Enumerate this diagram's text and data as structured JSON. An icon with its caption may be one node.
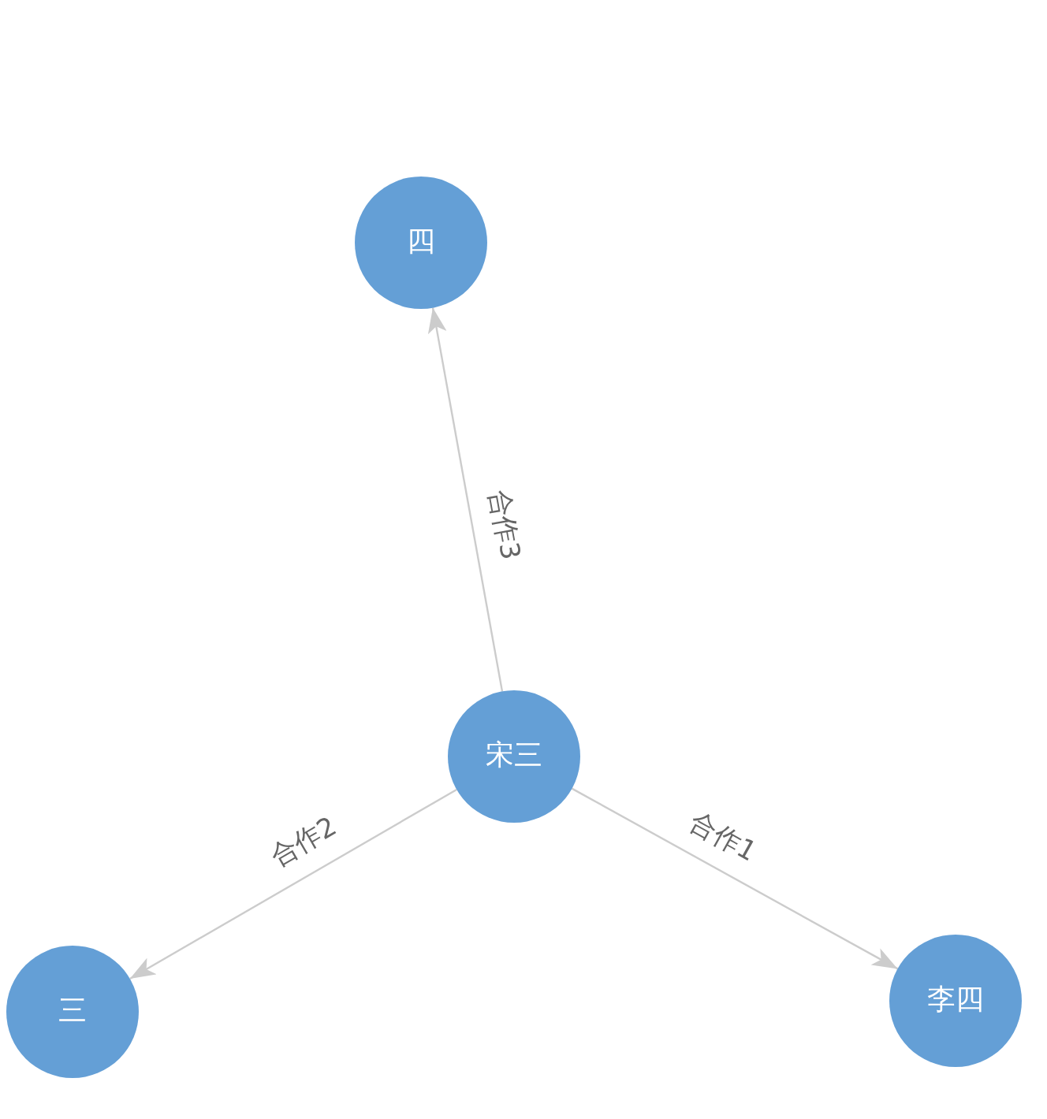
{
  "diagram": {
    "nodes": [
      {
        "text": [
          "四"
        ]
      },
      {
        "text": [
          "宋三"
        ]
      },
      {
        "text": [
          "三"
        ]
      },
      {
        "text": [
          "李四"
        ]
      }
    ],
    "edges": [
      {
        "from": 1,
        "to": 3,
        "arrow": "to",
        "label": "合作1"
      },
      {
        "from": 1,
        "to": 2,
        "arrow": "to",
        "label": "合作2"
      },
      {
        "from": 1,
        "to": 0,
        "arrow": "to",
        "label": "合作3"
      }
    ]
  }
}
